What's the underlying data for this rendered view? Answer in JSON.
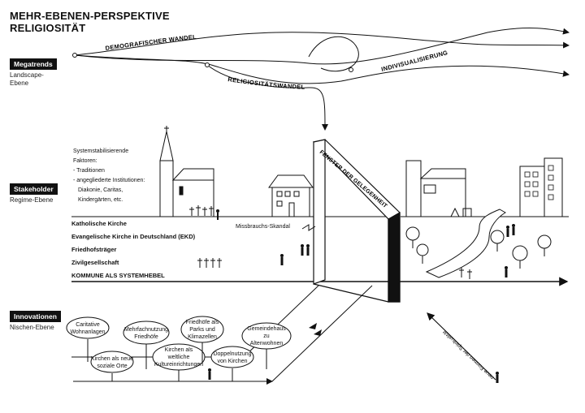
{
  "title": {
    "line1": "MEHR-EBENEN-PERSPEKTIVE",
    "line2": "RELIGIOSITÄT"
  },
  "levels": {
    "megatrends": {
      "tag": "Megatrends",
      "sub1": "Landscape-",
      "sub2": "Ebene"
    },
    "stakeholder": {
      "tag": "Stakeholder",
      "sub1": "Regime-Ebene"
    },
    "innovationen": {
      "tag": "Innovationen",
      "sub1": "Nischen-Ebene"
    }
  },
  "trends": {
    "demografisch": "DEMOGRAFISCHER WANDEL",
    "individualisierung": "INDIVISUALISIERUNG",
    "religiositaet": "RELIGIOSITÄTSWANDEL"
  },
  "stabilizing": {
    "line1": "Systemstabilisierende",
    "line2": "Faktoren:",
    "line3": "- Traditionen",
    "line4": "- angegliederte Institutionen:",
    "line5": "Diakonie, Caritas,",
    "line6": "Kindergärten, etc."
  },
  "actors": [
    "Katholische Kirche",
    "Evangelische Kirche in Deutschland (EKD)",
    "Friedhofsträger",
    "Zivilgesellschaft",
    "KOMMUNE ALS SYSTEMHEBEL"
  ],
  "scandal": "Missbrauchs-Skandal",
  "window": "FENSTER DER GELEGENHEIT",
  "spirituality": "neue Formen der Spiritualität",
  "innovations": [
    {
      "l1": "Caritative",
      "l2": "Wohnanlagen",
      "l3": ""
    },
    {
      "l1": "Kirchen als neue",
      "l2": "soziale Orte",
      "l3": ""
    },
    {
      "l1": "Mehrfachnutzung",
      "l2": "Friedhöfe",
      "l3": ""
    },
    {
      "l1": "Kirchen als",
      "l2": "weltliche",
      "l3": "Kultureinrichtungen"
    },
    {
      "l1": "Friedhöfe als",
      "l2": "Parks und",
      "l3": "Klimazellen"
    },
    {
      "l1": "Doppelnutzung",
      "l2": "von Kirchen",
      "l3": ""
    },
    {
      "l1": "Gemeindehaus",
      "l2": "zu",
      "l3": "Altenwohnen"
    }
  ]
}
